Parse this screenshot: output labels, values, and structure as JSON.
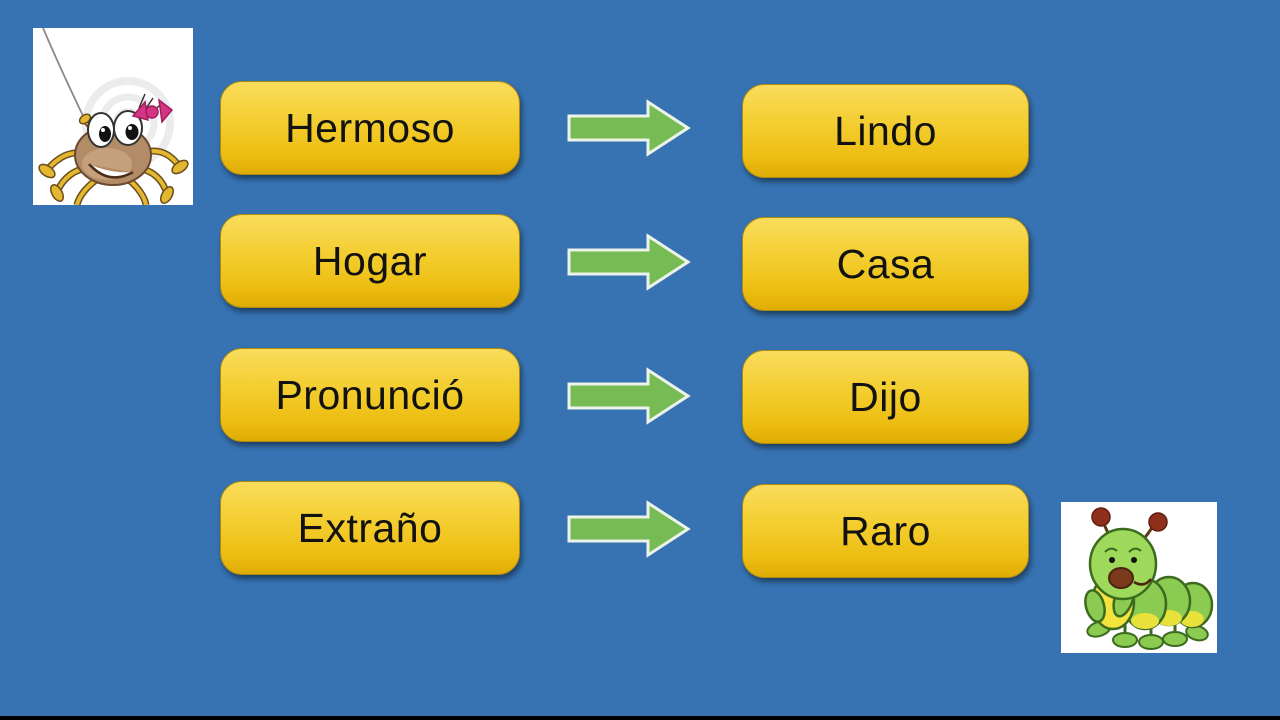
{
  "slide": {
    "title_hint": "spanish-synonym-matching-slide",
    "rows": [
      {
        "left": "Hermoso",
        "right": "Lindo"
      },
      {
        "left": "Hogar",
        "right": "Casa"
      },
      {
        "left": "Pronunció",
        "right": "Dijo"
      },
      {
        "left": "Extraño",
        "right": "Raro"
      }
    ],
    "illustrations": {
      "top_left": "cartoon-spider-with-pink-bow-hanging-from-thread",
      "bottom_right": "cartoon-green-caterpillar"
    },
    "colors": {
      "background": "#3773B3",
      "box_fill_top": "#F9DC5C",
      "box_fill_bottom": "#DFAC05",
      "box_border": "#AD8A10",
      "arrow_fill": "#76BB53",
      "arrow_outline": "#EDF3E8",
      "text": "#121212"
    }
  }
}
